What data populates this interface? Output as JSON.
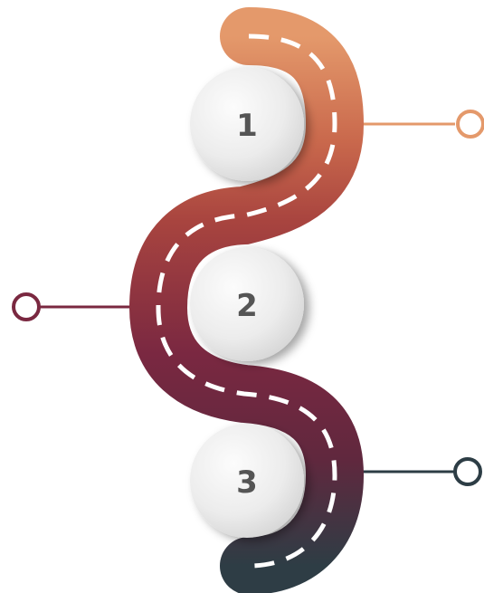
{
  "steps": [
    {
      "number": "1",
      "color": "#e4996b",
      "side": "right"
    },
    {
      "number": "2",
      "color": "#7a2840",
      "side": "left"
    },
    {
      "number": "3",
      "color": "#2d3d45",
      "side": "right"
    }
  ],
  "road": {
    "gradient": [
      "#e4996b",
      "#c9684c",
      "#a8443f",
      "#7a2841",
      "#60283e",
      "#2e3d45"
    ],
    "lane_color": "#ffffff"
  },
  "number_color": "#555555"
}
